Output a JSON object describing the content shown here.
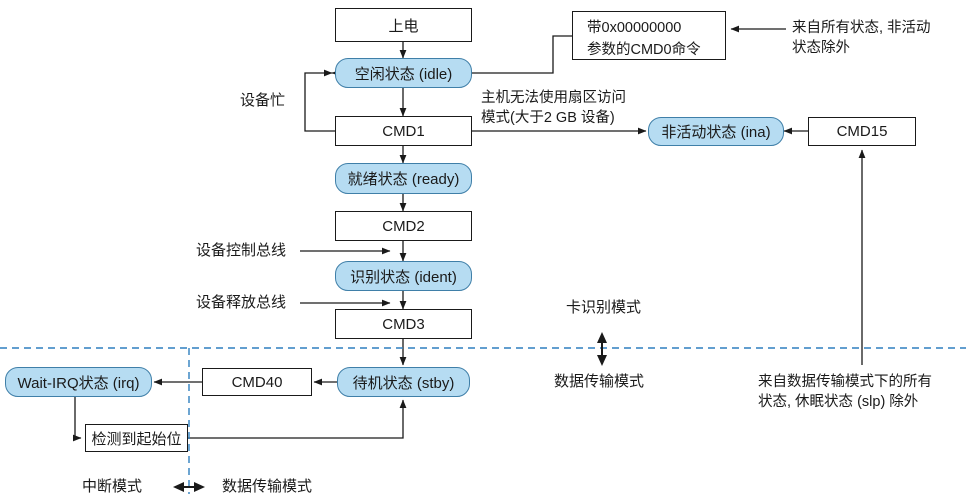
{
  "diagram": {
    "title": "SD card state transition diagram",
    "colors": {
      "state_fill": "#b6dcf2",
      "state_border": "#3f7fa8",
      "box_border": "#1a1a1a",
      "divider": "#2f7fbf",
      "text": "#1a1a1a"
    },
    "nodes": {
      "power_on": "上电",
      "cmd0_note": "带0x00000000\n参数的CMD0命令",
      "idle": "空闲状态 (idle)",
      "cmd1": "CMD1",
      "inactive": "非活动状态 (ina)",
      "cmd15": "CMD15",
      "ready": "就绪状态 (ready)",
      "cmd2": "CMD2",
      "ident": "识别状态 (ident)",
      "cmd3": "CMD3",
      "stby": "待机状态 (stby)",
      "cmd40": "CMD40",
      "irq": "Wait-IRQ状态 (irq)",
      "start_bit": "检测到起始位"
    },
    "labels": {
      "from_all_states": "来自所有状态, 非活动\n状态除外",
      "from_all_states_l1": "来自所有状态, 非活动",
      "from_all_states_l2": "状态除外",
      "device_busy": "设备忙",
      "host_no_sector_l1": "主机无法使用扇区访问",
      "host_no_sector_l2": "模式(大于2 GB 设备)",
      "dev_ctrl_bus": "设备控制总线",
      "dev_release_bus": "设备释放总线",
      "card_ident_mode": "卡识别模式",
      "data_transfer_mode": "数据传输模式",
      "from_dtm_l1": "来自数据传输模式下的所有",
      "from_dtm_l2": "状态, 休眠状态 (slp) 除外",
      "interrupt_mode": "中断模式",
      "data_transfer_mode_bottom": "数据传输模式"
    }
  }
}
